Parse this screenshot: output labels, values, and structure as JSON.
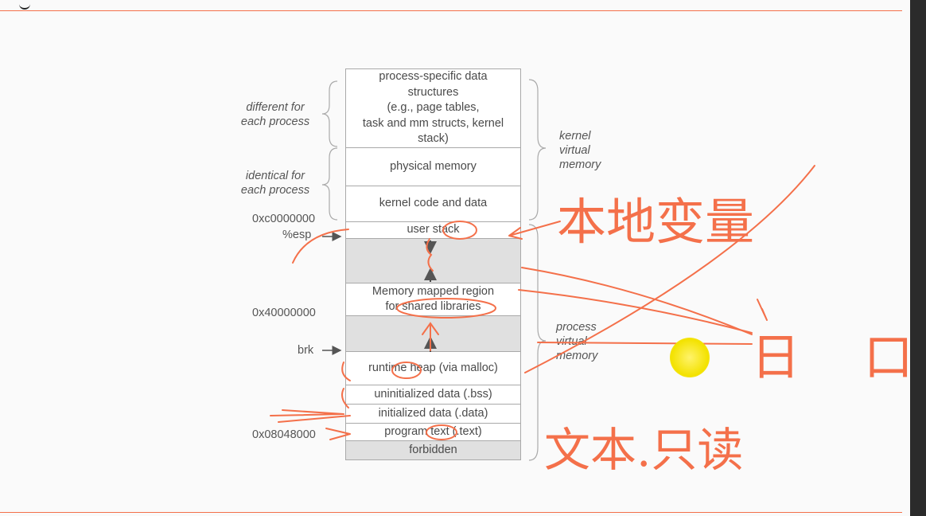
{
  "diagram": {
    "regions": [
      {
        "id": "process-specific-data",
        "lines": [
          "process-specific data",
          "structures",
          "(e.g., page tables,",
          "task and mm structs, kernel",
          "stack)"
        ]
      },
      {
        "id": "physical-memory",
        "lines": [
          "physical memory"
        ]
      },
      {
        "id": "kernel-code-data",
        "lines": [
          "kernel code and data"
        ]
      },
      {
        "id": "user-stack",
        "lines": [
          "user stack"
        ]
      },
      {
        "id": "gap-stack",
        "lines": []
      },
      {
        "id": "mmap-region",
        "lines": [
          "Memory mapped region",
          "for shared libraries"
        ]
      },
      {
        "id": "gap-heap",
        "lines": []
      },
      {
        "id": "runtime-heap",
        "lines": [
          "runtime heap (via malloc)"
        ]
      },
      {
        "id": "bss",
        "lines": [
          "uninitialized data (.bss)"
        ]
      },
      {
        "id": "data",
        "lines": [
          "initialized data (.data)"
        ]
      },
      {
        "id": "text",
        "lines": [
          "program text (.text)"
        ]
      },
      {
        "id": "forbidden",
        "lines": [
          "forbidden"
        ]
      }
    ],
    "addresses": {
      "kernel_base": "0xc0000000",
      "esp": "%esp",
      "shared_lib": "0x40000000",
      "brk": "brk",
      "text_start": "0x08048000"
    },
    "annotations": {
      "different": [
        "different for",
        "each process"
      ],
      "identical": [
        "identical  for",
        "each process"
      ],
      "kernel_vm": [
        "kernel",
        "virtual",
        "memory"
      ],
      "process_vm": [
        "process",
        "virtual",
        "memory"
      ]
    }
  },
  "handwriting": {
    "local_vars": "本地变量",
    "squares": "日 口",
    "text_segment": "文本.只读"
  },
  "colors": {
    "accent": "#f4704a",
    "gray_region": "#e0e0e0",
    "cursor": "#f3e200"
  }
}
